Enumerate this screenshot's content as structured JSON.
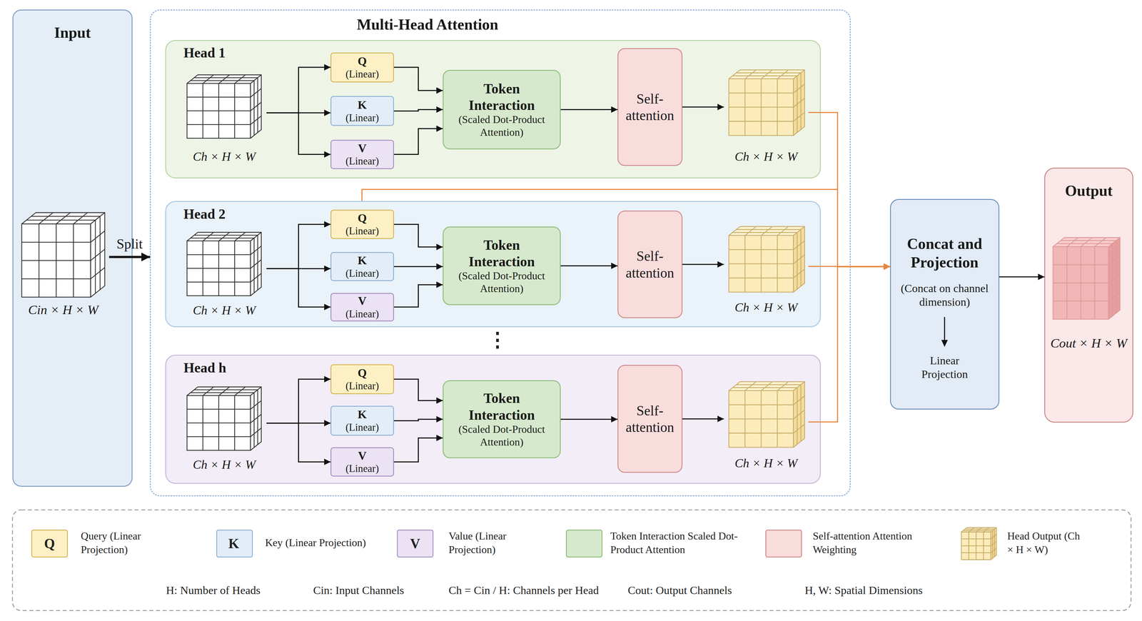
{
  "diagram": {
    "nodes": [
      {
        "text": [
          "Input"
        ]
      },
      {
        "text": [
          "Cin × H × W"
        ],
        "in": 0
      },
      {
        "text": [
          "Multi-Head Attention"
        ]
      },
      {
        "text": [
          "Head 1"
        ],
        "in": 2
      },
      {
        "text": [
          "Ch × H × W"
        ],
        "in": 3
      },
      {
        "text": [
          "Q",
          "(Linear)"
        ],
        "in": 3
      },
      {
        "text": [
          "K",
          "(Linear)"
        ],
        "in": 3
      },
      {
        "text": [
          "V",
          "(Linear)"
        ],
        "in": 3
      },
      {
        "text": [
          "Token Interaction",
          "(Scaled Dot-Product Attention)"
        ],
        "in": 3
      },
      {
        "text": [
          "Self-attention"
        ],
        "in": 3
      },
      {
        "text": [
          "Ch × H × W"
        ],
        "in": 3
      },
      {
        "text": [
          "Head 2"
        ],
        "in": 2
      },
      {
        "text": [
          "Ch × H × W"
        ],
        "in": 11
      },
      {
        "text": [
          "Q",
          "(Linear)"
        ],
        "in": 11
      },
      {
        "text": [
          "K",
          "(Linear)"
        ],
        "in": 11
      },
      {
        "text": [
          "V",
          "(Linear)"
        ],
        "in": 11
      },
      {
        "text": [
          "Token Interaction",
          "(Scaled Dot-Product Attention)"
        ],
        "in": 11
      },
      {
        "text": [
          "Self-attention"
        ],
        "in": 11
      },
      {
        "text": [
          "Ch × H × W"
        ],
        "in": 11
      },
      {
        "text": [
          "Head h"
        ],
        "in": 2
      },
      {
        "text": [
          "Ch × H × W"
        ],
        "in": 19
      },
      {
        "text": [
          "Q",
          "(Linear)"
        ],
        "in": 19
      },
      {
        "text": [
          "K",
          "(Linear)"
        ],
        "in": 19
      },
      {
        "text": [
          "V",
          "(Linear)"
        ],
        "in": 19
      },
      {
        "text": [
          "Token Interaction",
          "(Scaled Dot-Product Attention)"
        ],
        "in": 19
      },
      {
        "text": [
          "Self-attention"
        ],
        "in": 19
      },
      {
        "text": [
          "Ch × H × W"
        ],
        "in": 19
      },
      {
        "text": [
          "Concat and Projection",
          "(Concat on channel dimension)",
          "Linear Projection"
        ]
      },
      {
        "text": [
          "Output"
        ]
      },
      {
        "text": [
          "Cout × H × W"
        ],
        "in": 28
      }
    ],
    "edges": [
      {
        "from": 1,
        "to": 2,
        "arrow": "to",
        "label": "Split"
      },
      {
        "from": 4,
        "to": 5,
        "arrow": "to"
      },
      {
        "from": 4,
        "to": 6,
        "arrow": "to"
      },
      {
        "from": 4,
        "to": 7,
        "arrow": "to"
      },
      {
        "from": 5,
        "to": 8,
        "arrow": "to"
      },
      {
        "from": 6,
        "to": 8,
        "arrow": "to"
      },
      {
        "from": 7,
        "to": 8,
        "arrow": "to"
      },
      {
        "from": 8,
        "to": 9,
        "arrow": "to"
      },
      {
        "from": 9,
        "to": 10,
        "arrow": "to"
      },
      {
        "from": 10,
        "to": 27,
        "arrow": "to"
      },
      {
        "from": 12,
        "to": 13,
        "arrow": "to"
      },
      {
        "from": 12,
        "to": 14,
        "arrow": "to"
      },
      {
        "from": 12,
        "to": 15,
        "arrow": "to"
      },
      {
        "from": 13,
        "to": 16,
        "arrow": "to"
      },
      {
        "from": 14,
        "to": 16,
        "arrow": "to"
      },
      {
        "from": 15,
        "to": 16,
        "arrow": "to"
      },
      {
        "from": 16,
        "to": 17,
        "arrow": "to"
      },
      {
        "from": 17,
        "to": 18,
        "arrow": "to"
      },
      {
        "from": 18,
        "to": 27,
        "arrow": "to"
      },
      {
        "from": 20,
        "to": 21,
        "arrow": "to"
      },
      {
        "from": 20,
        "to": 22,
        "arrow": "to"
      },
      {
        "from": 20,
        "to": 23,
        "arrow": "to"
      },
      {
        "from": 21,
        "to": 24,
        "arrow": "to"
      },
      {
        "from": 22,
        "to": 24,
        "arrow": "to"
      },
      {
        "from": 23,
        "to": 24,
        "arrow": "to"
      },
      {
        "from": 24,
        "to": 25,
        "arrow": "to"
      },
      {
        "from": 25,
        "to": 26,
        "arrow": "to"
      },
      {
        "from": 26,
        "to": 27,
        "arrow": "to"
      },
      {
        "from": 27,
        "to": 28,
        "arrow": "to"
      }
    ],
    "labels": [
      "⋮",
      "Q",
      "K",
      "V",
      "H: Number of Heads",
      "Cin: Input Channels",
      "Ch = Cin / H: Channels per Head",
      "Cout: Output Channels",
      "H, W: Spatial Dimensions"
    ],
    "legend": [
      {
        "text": "Query (Linear Projection)",
        "color": "#fdf0c4"
      },
      {
        "text": "Key (Linear Projection)",
        "color": "#e2edf8"
      },
      {
        "text": "Value (Linear Projection)",
        "color": "#ebe2f3"
      },
      {
        "text": "Token Interaction Scaled Dot-Product Attention",
        "color": "#d6e9cc"
      },
      {
        "text": "Self-attention Attention Weighting",
        "color": "#f9dcdc"
      },
      {
        "text": "Head Output (Ch × H × W)"
      }
    ]
  }
}
